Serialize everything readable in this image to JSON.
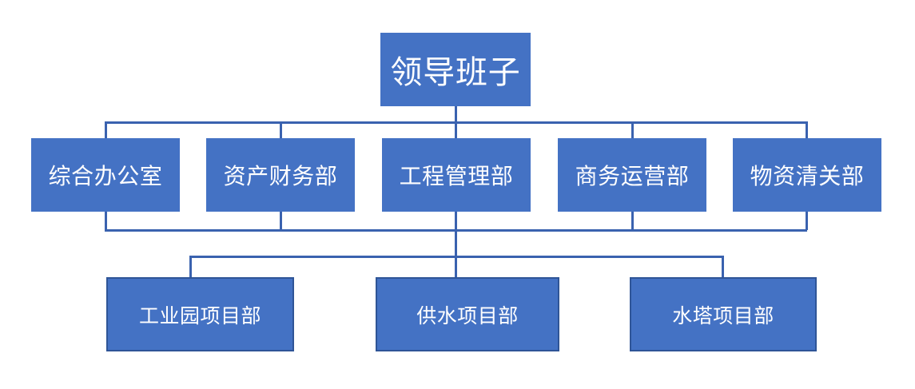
{
  "diagram": {
    "type": "org-chart",
    "title": "",
    "colors": {
      "node_fill": "#4472C4",
      "node_text": "#FFFFFF",
      "connector": "#3A62AF",
      "project_border": "#2F5597",
      "background": "#FFFFFF"
    },
    "root": {
      "label": "领导班子"
    },
    "departments": [
      {
        "label": "综合办公室"
      },
      {
        "label": "资产财务部"
      },
      {
        "label": "工程管理部"
      },
      {
        "label": "商务运营部"
      },
      {
        "label": "物资清关部"
      }
    ],
    "projects": [
      {
        "label": "工业园项目部"
      },
      {
        "label": "供水项目部"
      },
      {
        "label": "水塔项目部"
      }
    ]
  }
}
